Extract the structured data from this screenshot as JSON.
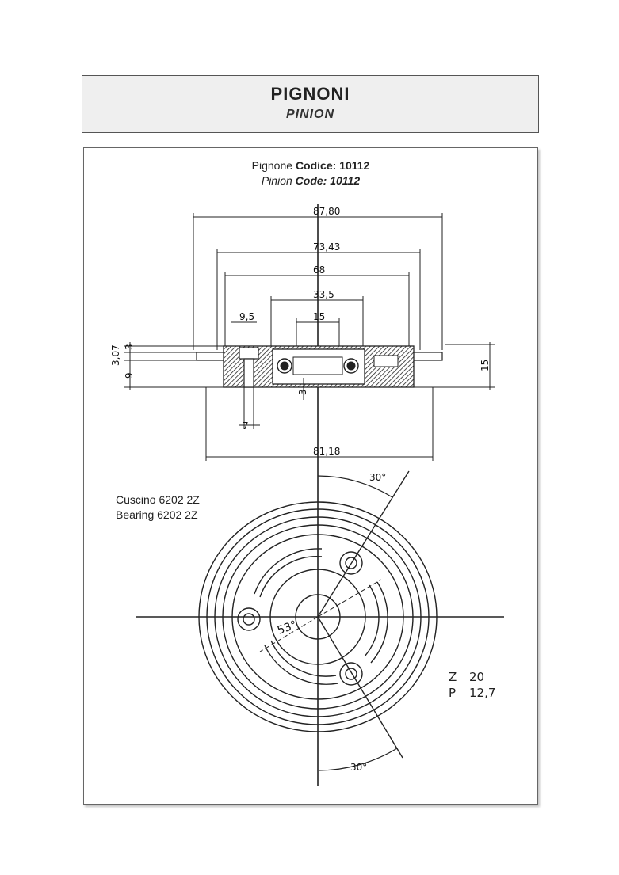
{
  "header": {
    "title": "PIGNONI",
    "subtitle": "PINION"
  },
  "drawing": {
    "title_it_prefix": "Pignone",
    "title_it_code": "Codice: 10112",
    "title_en_prefix": "Pinion",
    "title_en_code": "Code: 10112",
    "bearing_it": "Cuscino 6202 2Z",
    "bearing_en": "Bearing 6202 2Z",
    "z_label": "Z",
    "z_value": "20",
    "p_label": "P",
    "p_value": "12,7",
    "dims": {
      "d1": "87,80",
      "d2": "73,43",
      "d3": "68",
      "d4": "33,5",
      "d5": "9,5",
      "d6": "15",
      "d7": "7",
      "d8": "81,18",
      "h1": "3,07",
      "h2": "3",
      "h3": "9",
      "h4": "15",
      "h5": "3",
      "ang1": "30°",
      "ang2": "30°",
      "ang3": "53°"
    }
  }
}
